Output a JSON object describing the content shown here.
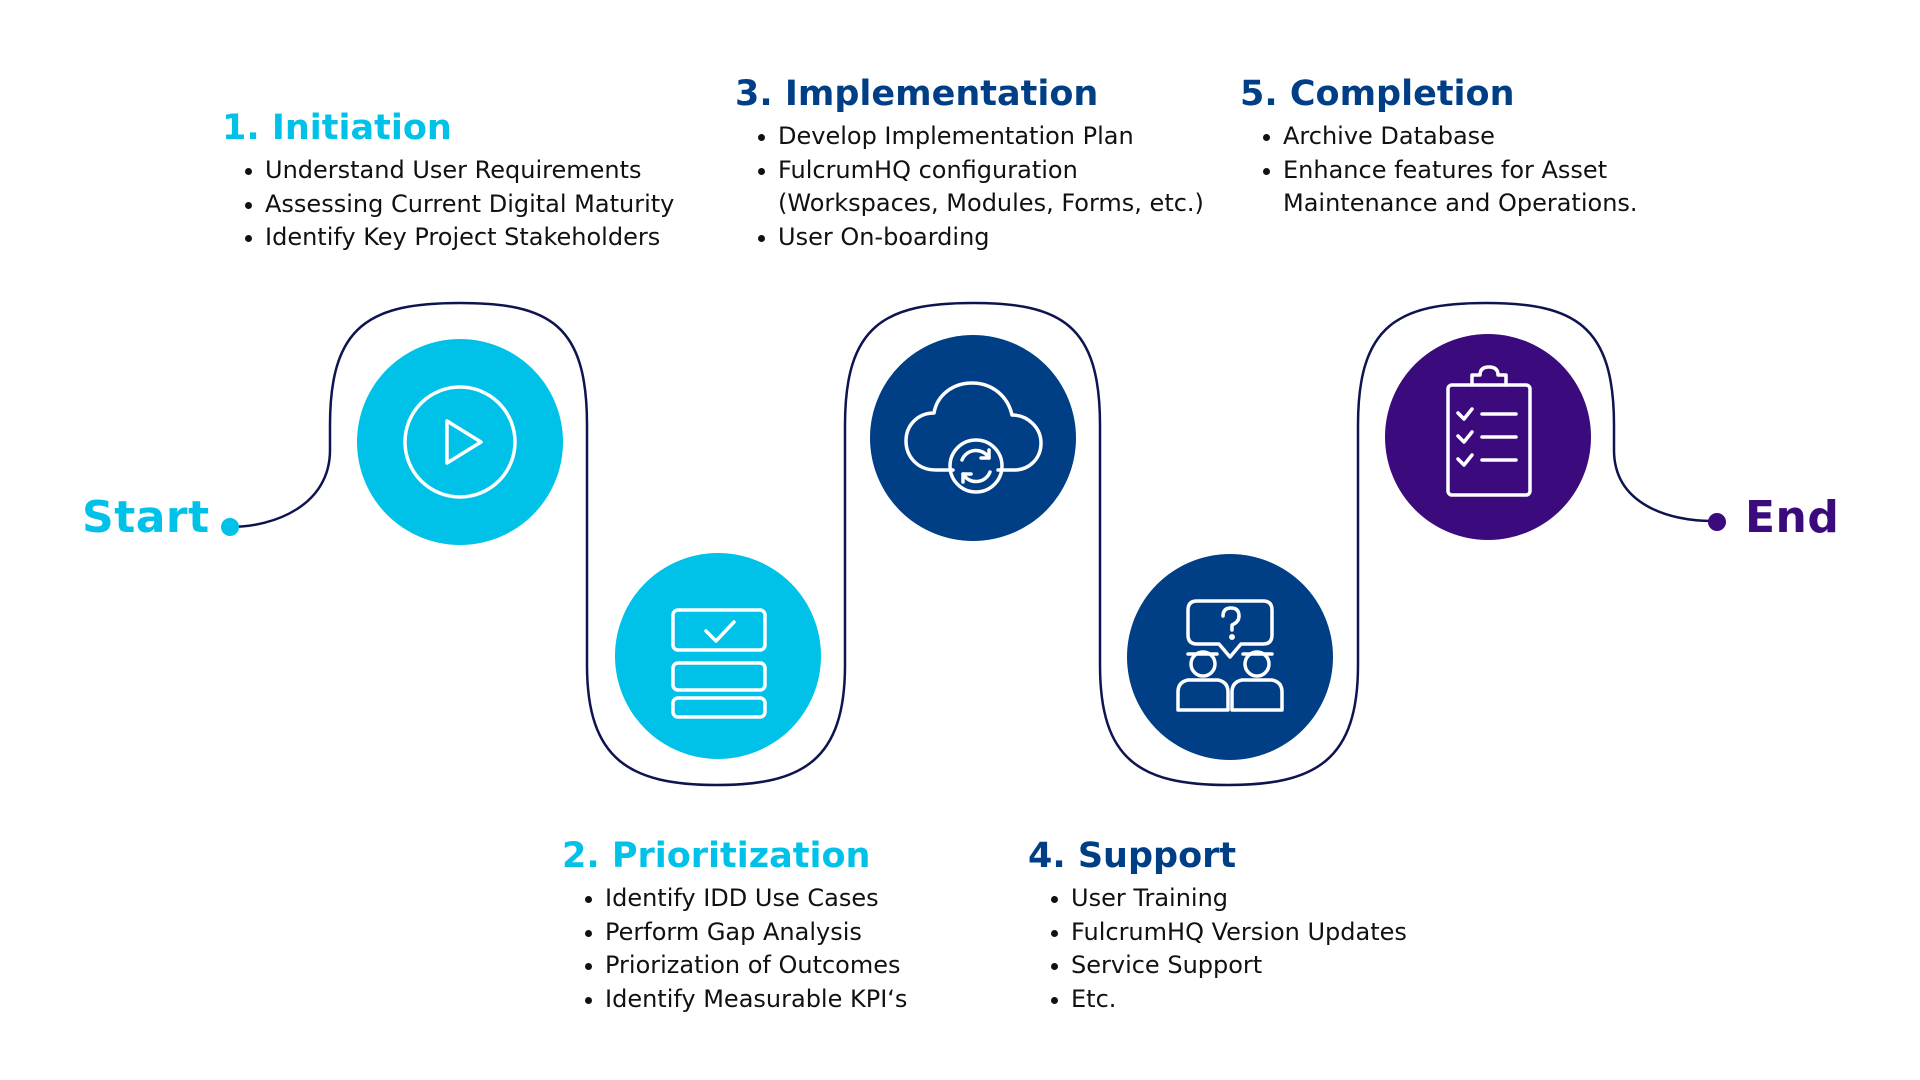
{
  "terminals": {
    "start": "Start",
    "end": "End"
  },
  "colors": {
    "light_blue": "#00c2e8",
    "dark_blue": "#003e86",
    "purple": "#3b0a7c",
    "path": "#0d1450",
    "bullet_text": "#111111"
  },
  "stages": [
    {
      "title": "1. Initiation",
      "color": "#00c2e8",
      "icon": "play-circle-icon",
      "items": [
        "Understand User Requirements",
        "Assessing Current Digital Maturity",
        "Identify Key Project Stakeholders"
      ]
    },
    {
      "title": "2. Prioritization",
      "color": "#00c2e8",
      "icon": "checklist-rows-icon",
      "items": [
        "Identify IDD Use Cases",
        "Perform Gap Analysis",
        "Priorization of Outcomes",
        "Identify Measurable KPI‘s"
      ]
    },
    {
      "title": "3. Implementation",
      "color": "#003e86",
      "icon": "cloud-sync-icon",
      "items": [
        "Develop Implementation Plan",
        "FulcrumHQ configuration",
        "(Workspaces, Modules, Forms, etc.)",
        "User On-boarding"
      ]
    },
    {
      "title": "4. Support",
      "color": "#003e86",
      "icon": "support-people-question-icon",
      "items": [
        "User Training",
        "FulcrumHQ Version Updates",
        "Service Support",
        "Etc."
      ]
    },
    {
      "title": "5. Completion",
      "color": "#3b0a7c",
      "icon": "clipboard-checklist-icon",
      "items": [
        "Archive Database",
        "Enhance features for Asset",
        "Maintenance and Operations."
      ]
    }
  ]
}
